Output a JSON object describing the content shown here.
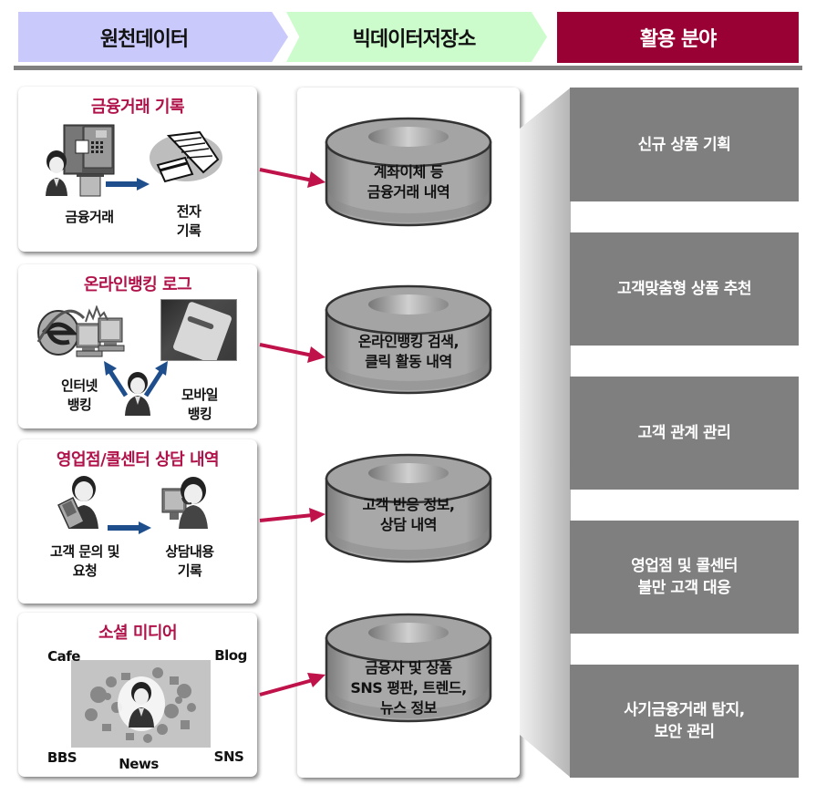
{
  "header": {
    "source_label": "원천데이터",
    "storage_label": "빅데이터저장소",
    "usage_label": "활용 분야",
    "colors": {
      "source": "#c9c9fb",
      "storage": "#ccfccc",
      "usage": "#990033",
      "rule": "#808080"
    }
  },
  "sources": [
    {
      "title": "금융거래 기록",
      "left_label": "금융거래",
      "right_label": [
        "전자",
        "기록"
      ],
      "icons": [
        "atm-user-icon",
        "receipt-card-icon"
      ]
    },
    {
      "title": "온라인뱅킹 로그",
      "left_label": [
        "인터넷",
        "뱅킹"
      ],
      "right_label": [
        "모바일",
        "뱅킹"
      ],
      "icons": [
        "internet-explorer-computers-icon",
        "mobile-phone-photo-icon",
        "user-icon"
      ]
    },
    {
      "title": "영업점/콜센터 상담 내역",
      "left_label": [
        "고객 문의 및",
        "요청"
      ],
      "right_label": [
        "상담내용",
        "기록"
      ],
      "icons": [
        "user-with-phone-icon",
        "call-center-agent-icon"
      ]
    },
    {
      "title": "소셜 미디어",
      "corner_labels": {
        "top_left": "Cafe",
        "top_right": "Blog",
        "bottom_left": "BBS",
        "bottom_center": "News",
        "bottom_right": "SNS"
      },
      "icons": [
        "social-media-cloud-icon"
      ]
    }
  ],
  "storage": [
    {
      "lines": [
        "계좌이체 등",
        "금융거래 내역"
      ]
    },
    {
      "lines": [
        "온라인뱅킹 검색,",
        "클릭 활동 내역"
      ]
    },
    {
      "lines": [
        "고객 반응 정보,",
        "상담 내역"
      ]
    },
    {
      "lines": [
        "금융사 및 상품",
        "SNS 평판, 트렌드,",
        "뉴스 정보"
      ]
    }
  ],
  "usage": [
    {
      "lines": [
        "신규 상품 기획"
      ]
    },
    {
      "lines": [
        "고객맞춤형 상품 추천"
      ]
    },
    {
      "lines": [
        "고객 관계 관리"
      ]
    },
    {
      "lines": [
        "영업점 및 콜센터",
        "불만 고객 대응"
      ]
    },
    {
      "lines": [
        "사기금융거래 탐지,",
        "보안 관리"
      ]
    }
  ],
  "colors": {
    "title_red": "#b0124a",
    "connector_red": "#c0124a",
    "flow_blue": "#1f4e8c",
    "usage_box": "#7f7f7f"
  }
}
